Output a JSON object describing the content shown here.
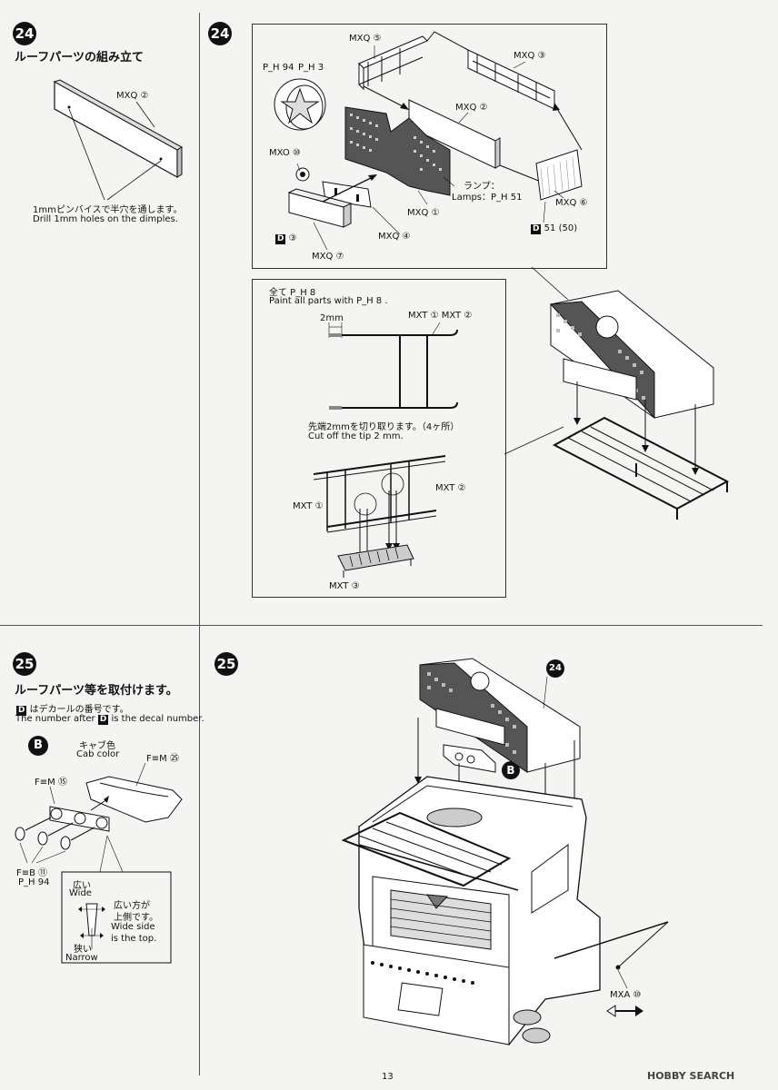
{
  "step24": {
    "number": "24",
    "title": "ルーフパーツの組み立て",
    "left_part": "MXQ ②",
    "drill_note_jp": "1mmピンバイスで半穴を通します。",
    "drill_note_en": "Drill 1mm holes on the dimples.",
    "parts": {
      "mxq5": "MXQ ⑤",
      "mxq3": "MXQ ③",
      "mxq2": "MXQ ②",
      "mxq1": "MXQ ①",
      "mxq4": "MXQ ④",
      "mxq6": "MXQ ⑥",
      "mxq7": "MXQ ⑦",
      "mxo10": "MXO ⑩",
      "ph94": "P_H 94",
      "ph3": "P_H 3",
      "d3": "③",
      "d51": "51 (50)",
      "lamp_jp": "ランプ：",
      "lamp_en": "Lamps：",
      "lamp_code": "P_H 51"
    },
    "paint_jp": "全て P_H 8",
    "paint_en": "Paint all parts with P_H 8 .",
    "dim_2mm": "2mm",
    "mxt12": "MXT ① MXT ②",
    "cut_jp": "先端2mmを切り取ります。（4ヶ所）",
    "cut_en": "Cut off the tip 2 mm.",
    "mxt1": "MXT ①",
    "mxt2": "MXT ②",
    "mxt3": "MXT ③"
  },
  "step25": {
    "number": "25",
    "title": "ルーフパーツ等を取付けます。",
    "decal_jp": "はデカールの番号です。",
    "decal_en_a": "The number after",
    "decal_en_b": "is the decal number.",
    "b_label": "B",
    "cab_color_jp": "キャブ色",
    "cab_color_en": "Cab color",
    "fm25": "F≡M ㉕",
    "fm15": "F≡M ⑮",
    "fb11": "F≡B ⑪",
    "ph94": "P_H 94",
    "wide_jp": "広い",
    "wide_en": "Wide",
    "narrow_jp": "狭い",
    "narrow_en": "Narrow",
    "top_jp": "広い方が",
    "top_jp2": "上側です。",
    "top_en": "Wide side",
    "top_en2": "is the top.",
    "mxa10": "MXA ⑩",
    "ref24": "24",
    "refB": "B"
  },
  "footer": {
    "page": "13",
    "watermark": "HOBBY SEARCH"
  }
}
